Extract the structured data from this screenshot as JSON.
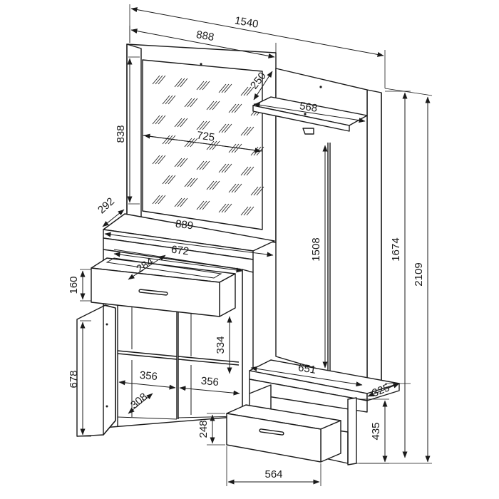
{
  "dimensions": {
    "total_width": "1540",
    "mirror_panel_width": "888",
    "shelf_depth": "250",
    "shelf_width": "568",
    "mirror_height": "838",
    "mirror_width": "725",
    "cabinet_depth": "292",
    "cabinet_top_width": "889",
    "drawer_width": "672",
    "drawer_depth": "284",
    "drawer_height": "160",
    "rail_height": "1508",
    "side_panel_height": "1674",
    "total_height": "2109",
    "door_height": "678",
    "shelf_height": "334",
    "compartment_left": "356",
    "compartment_right": "356",
    "compartment_depth": "308",
    "bench_width": "651",
    "bench_depth": "325",
    "bench_height": "435",
    "bottom_drawer_height": "248",
    "bottom_drawer_width": "564"
  }
}
